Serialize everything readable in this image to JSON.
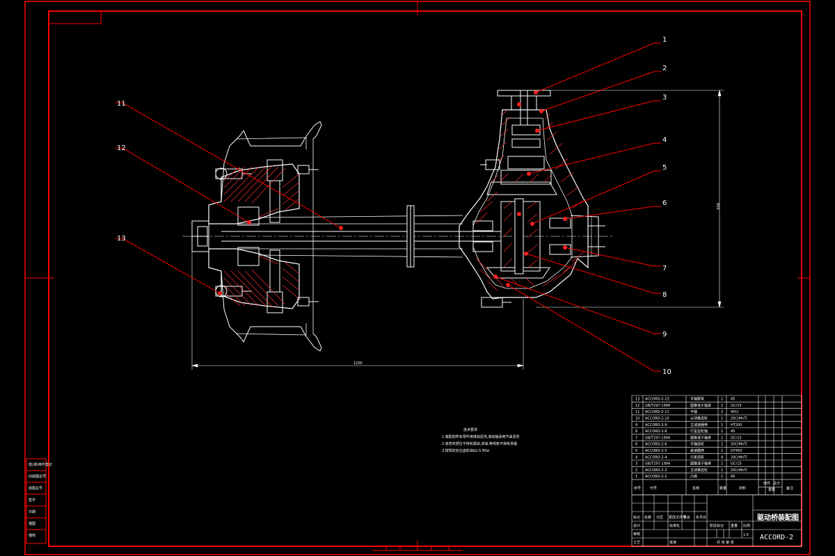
{
  "drawing": {
    "title": "驱动桥装配图",
    "drawing_no": "ACCORD-2",
    "scale": "1:5",
    "colors": {
      "frame": "#ff0000",
      "line": "#ffffff",
      "hatch": "#ff3030",
      "bg": "#000000"
    }
  },
  "callouts": [
    "1",
    "2",
    "3",
    "4",
    "5",
    "6",
    "7",
    "8",
    "9",
    "10",
    "11",
    "12",
    "13"
  ],
  "dimensions": {
    "overall_length": "1200",
    "overall_height": "800"
  },
  "notes": {
    "heading": "技术要求",
    "lines": [
      "1.装配前所有零件用煤油清洗,滚动轴承用汽油清洗",
      "2.各密封部位不得有漏油,渗油,等现象不得有渗漏",
      "3.按规定加注齿轮油GL-5 80w"
    ]
  },
  "parts_table": {
    "headers": {
      "seq": "序号",
      "code": "代号",
      "name": "名称",
      "qty": "数量",
      "material": "材料",
      "single": "单件",
      "total": "总计",
      "weight": "重量",
      "remark": "备注"
    },
    "rows": [
      {
        "seq": "13",
        "code": "ACCORD-2-13",
        "name": "半轴套管",
        "qty": "2",
        "material": "45"
      },
      {
        "seq": "12",
        "code": "GB/T297-1994",
        "name": "圆锥滚子轴承",
        "qty": "2",
        "material": "GCr15"
      },
      {
        "seq": "11",
        "code": "ACCORD-2-11",
        "name": "半轴",
        "qty": "2",
        "material": "40Cr"
      },
      {
        "seq": "10",
        "code": "ACCORD-2-10",
        "name": "从动锥齿轮",
        "qty": "1",
        "material": "20CrMnTi"
      },
      {
        "seq": "9",
        "code": "ACCORD-2-9",
        "name": "主减速器壳",
        "qty": "1",
        "material": "HT200"
      },
      {
        "seq": "8",
        "code": "ACCORD-2-8",
        "name": "行星齿轮轴",
        "qty": "1",
        "material": "45"
      },
      {
        "seq": "7",
        "code": "GB/T297-1994",
        "name": "圆锥滚子轴承",
        "qty": "2",
        "material": "GCr15"
      },
      {
        "seq": "6",
        "code": "ACCORD-2-6",
        "name": "半轴齿轮",
        "qty": "2",
        "material": "20CrMnTi"
      },
      {
        "seq": "5",
        "code": "ACCORD-2-5",
        "name": "差速器壳",
        "qty": "1",
        "material": "QT450"
      },
      {
        "seq": "4",
        "code": "ACCORD-2-4",
        "name": "行星齿轮",
        "qty": "4",
        "material": "20CrMnTi"
      },
      {
        "seq": "3",
        "code": "GB/T297-1994",
        "name": "圆锥滚子轴承",
        "qty": "2",
        "material": "GCr15"
      },
      {
        "seq": "2",
        "code": "ACCORD-2-2",
        "name": "主动锥齿轮",
        "qty": "1",
        "material": "20CrMnTi"
      },
      {
        "seq": "1",
        "code": "ACCORD-2-1",
        "name": "凸缘",
        "qty": "1",
        "material": "45"
      }
    ]
  },
  "title_block": {
    "marks": "标记",
    "count": "处数",
    "zone": "分区",
    "change_doc": "更改文件号",
    "sign": "签名",
    "date": "年月日",
    "design": "设计",
    "standard": "标准化",
    "stage_mark": "阶段标记",
    "weight": "重量",
    "scale_label": "比例",
    "review": "审核",
    "process": "工艺",
    "approve": "批准",
    "sheets": "共 张 第 张"
  },
  "left_strip": [
    "借(通)用件登记",
    "旧底图总号",
    "底图总号",
    "签字",
    "日期",
    "描图",
    "描校"
  ]
}
